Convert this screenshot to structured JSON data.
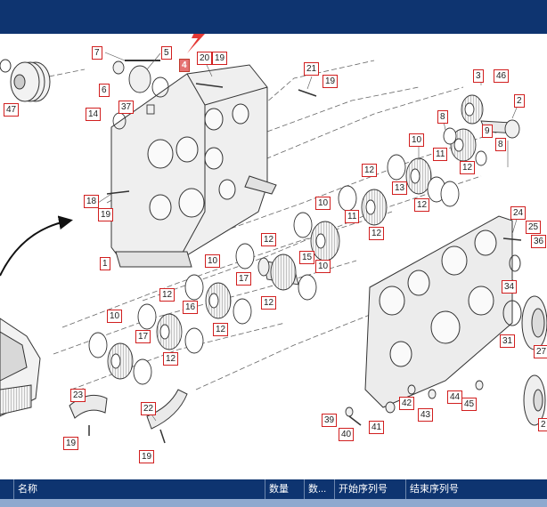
{
  "viewer": {
    "selected_callout": "4",
    "callouts": {
      "c47": "47",
      "c7": "7",
      "c5": "5",
      "c4": "4",
      "c20": "20",
      "c19a": "19",
      "c6": "6",
      "c37": "37",
      "c14": "14",
      "c21": "21",
      "c19b": "19",
      "c3": "3",
      "c46": "46",
      "c2": "2",
      "c8a": "8",
      "c9": "9",
      "c8b": "8",
      "c10a": "10",
      "c11a": "11",
      "c12a": "12",
      "c12b": "12",
      "c13": "13",
      "c12c": "12",
      "c10b": "10",
      "c11b": "11",
      "c12d": "12",
      "c18": "18",
      "c19c": "19",
      "c24": "24",
      "c25": "25",
      "c36": "36",
      "c12e": "12",
      "c15": "15",
      "c10c": "10",
      "c1": "1",
      "c10d": "10",
      "c17a": "17",
      "c34": "34",
      "c12f": "12",
      "c16": "16",
      "c12g": "12",
      "c10e": "10",
      "c17b": "17",
      "c12h": "12",
      "c12i": "12",
      "c31": "31",
      "c27": "27",
      "c23": "23",
      "c22": "22",
      "c42": "42",
      "c44": "44",
      "c45": "45",
      "c43": "43",
      "c39": "39",
      "c41": "41",
      "c40": "40",
      "c19d": "19",
      "c19e": "19",
      "c2b": "2"
    }
  },
  "parts_table": {
    "columns": {
      "index": "",
      "name": "名称",
      "qty": "数量",
      "qty2": "数...",
      "serial_start": "开始序列号",
      "serial_end": "结束序列号"
    }
  },
  "colors": {
    "header_bg": "#0e3470",
    "callout_border": "#d11f1f",
    "callout_selected": "#e57373",
    "row_bg": "#8fa9cf"
  }
}
